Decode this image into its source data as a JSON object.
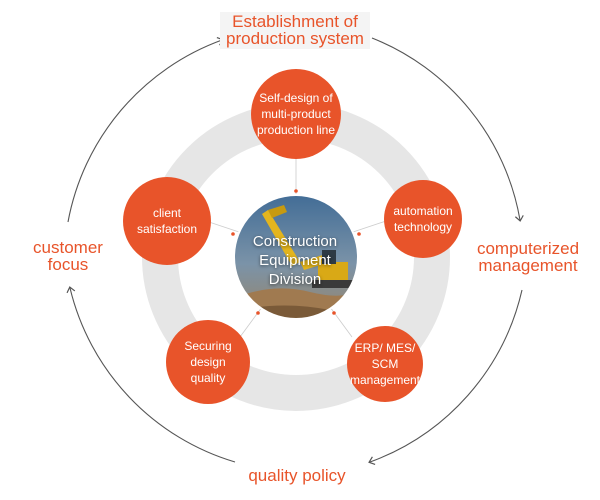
{
  "colors": {
    "accent": "#e8542a",
    "ring": "#e6e6e6",
    "cycle_arrow": "#555555"
  },
  "cycle": {
    "top": [
      "Establishment of",
      "production system"
    ],
    "right": [
      "computerized",
      "management"
    ],
    "bottom": [
      "quality policy"
    ],
    "left": [
      "customer",
      "focus"
    ]
  },
  "center": {
    "lines": [
      "Construction",
      "Equipment",
      "Division"
    ],
    "image": "excavator-photo"
  },
  "nodes": [
    {
      "id": "top",
      "lines": [
        "Self-design of",
        "multi-product",
        "production line"
      ]
    },
    {
      "id": "right",
      "lines": [
        "automation",
        "technology"
      ]
    },
    {
      "id": "bottom-right",
      "lines": [
        "ERP/ MES/",
        "SCM",
        "management"
      ]
    },
    {
      "id": "bottom-left",
      "lines": [
        "Securing",
        "design",
        "quality"
      ]
    },
    {
      "id": "left",
      "lines": [
        "client",
        "satisfaction"
      ]
    }
  ]
}
